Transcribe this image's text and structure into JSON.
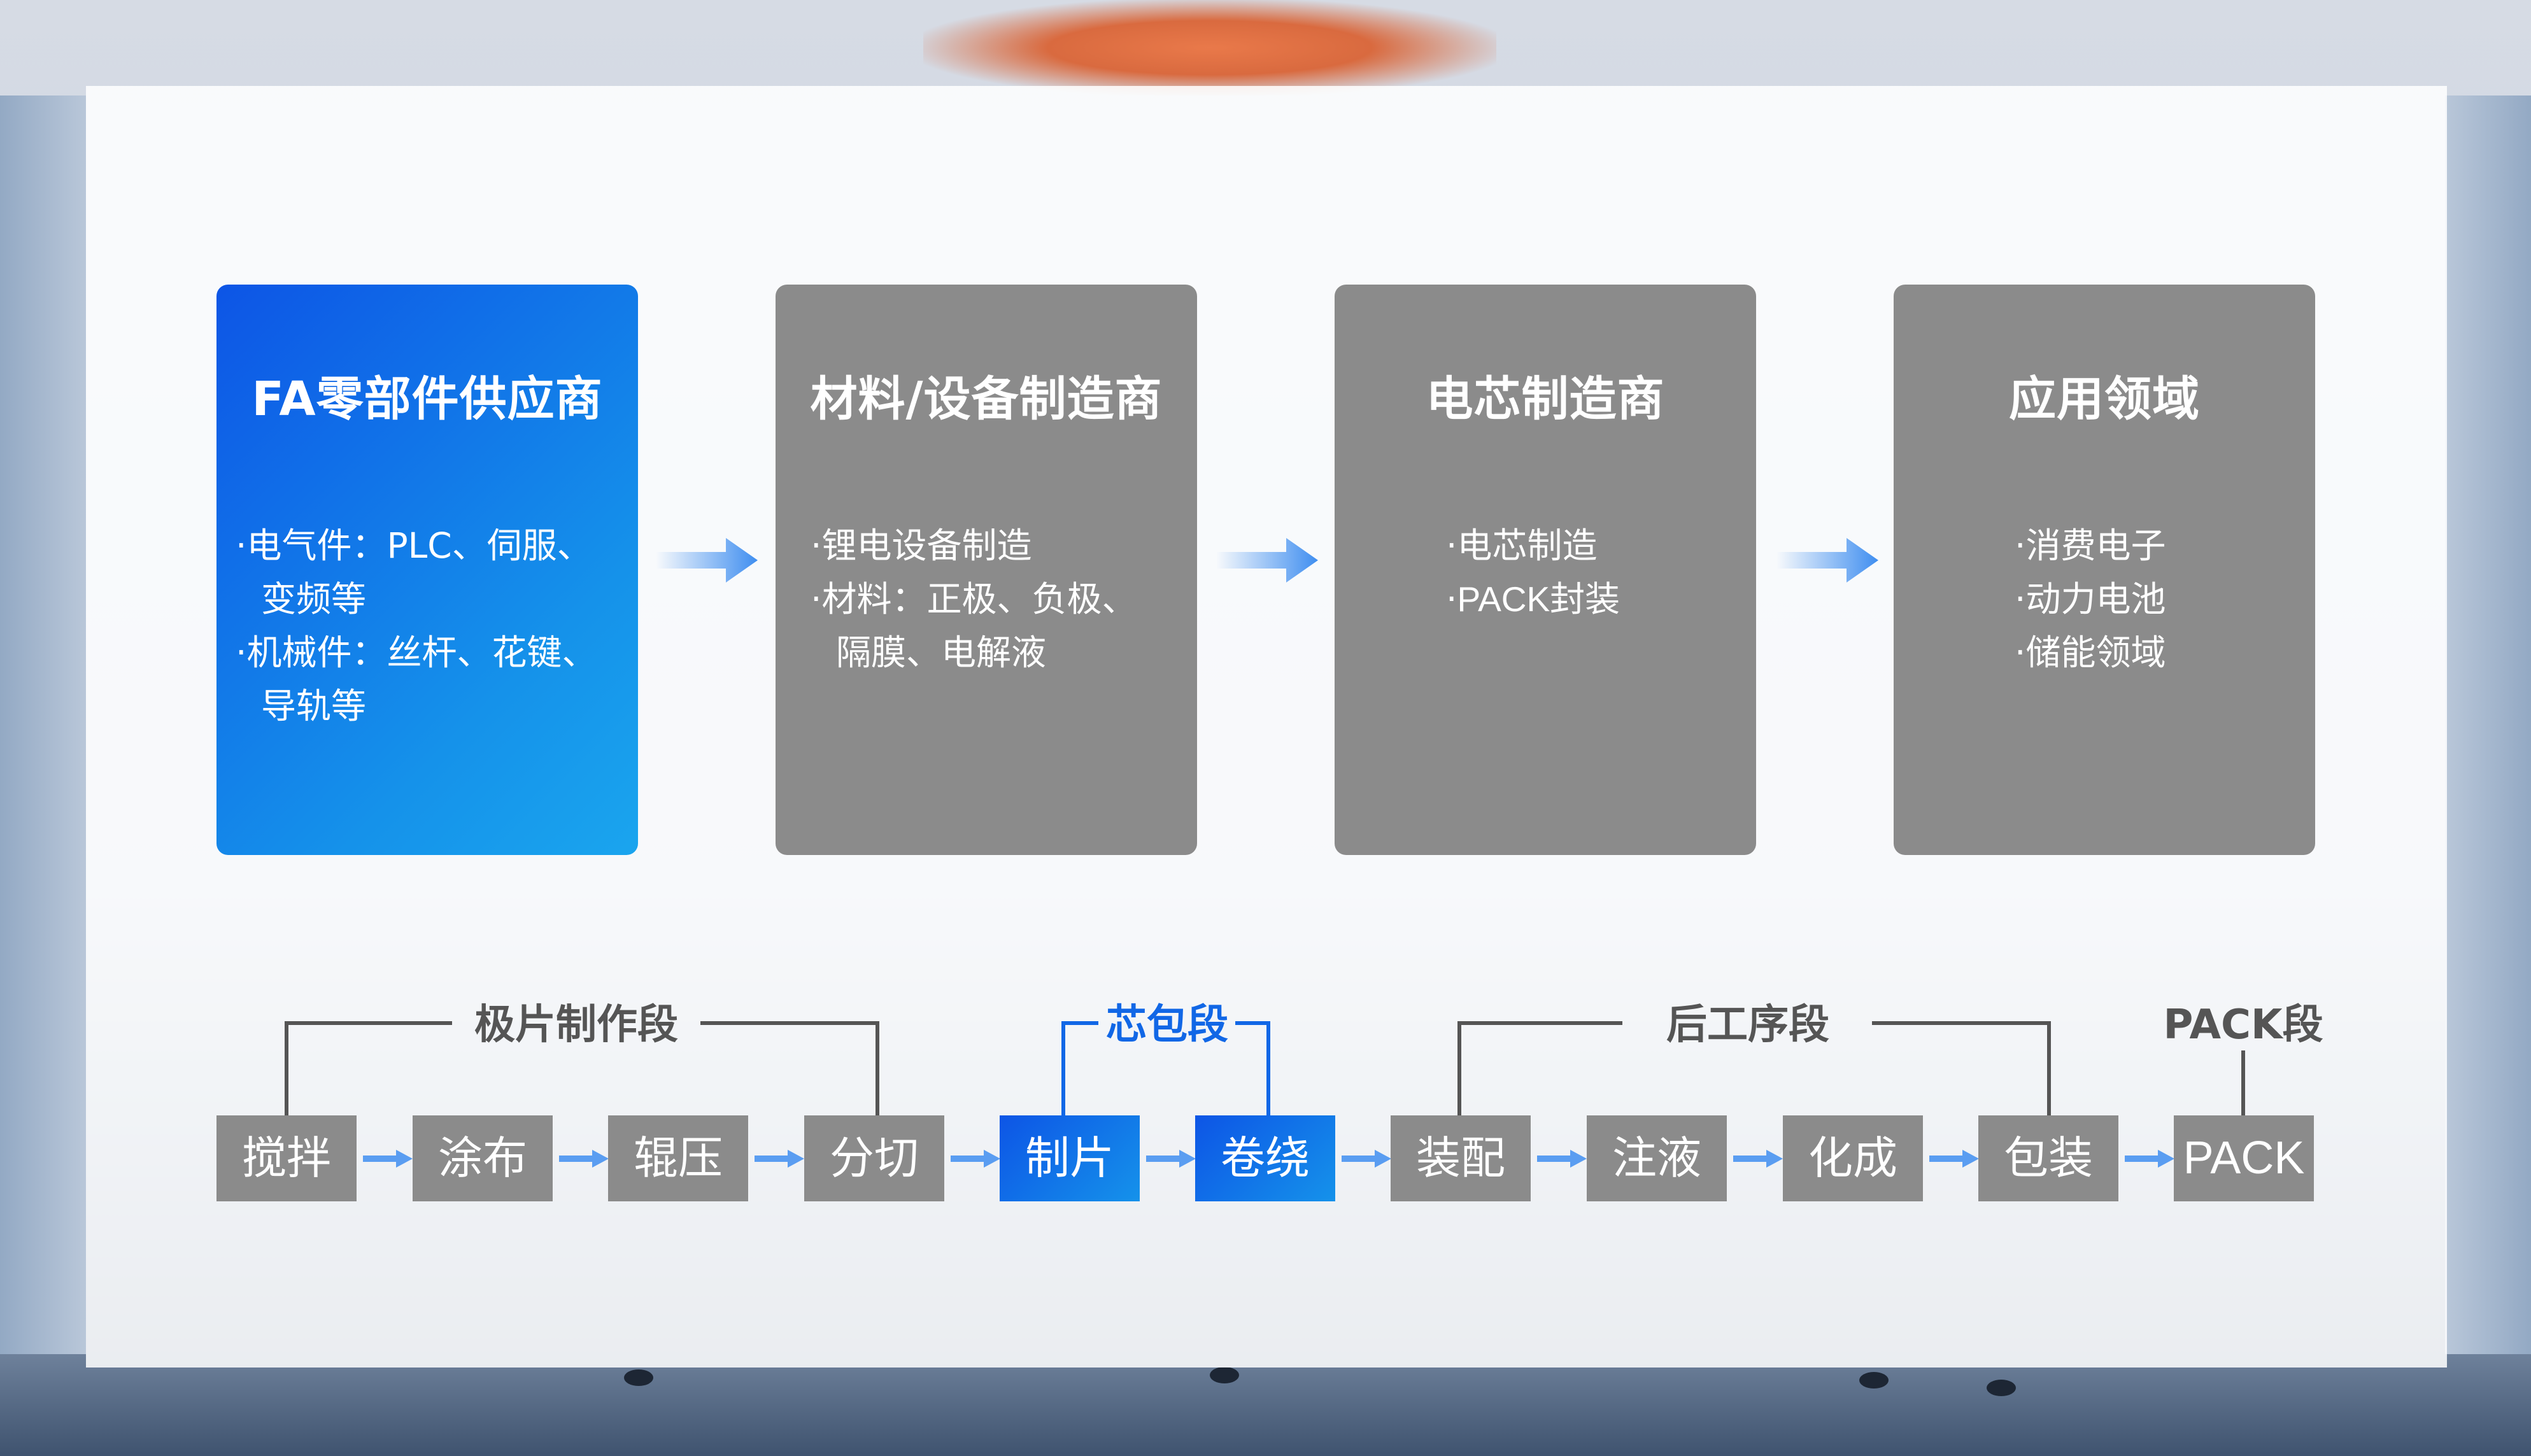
{
  "flow": [
    {
      "title": "FA零部件供应商",
      "highlight": true,
      "items": [
        {
          "text": "电气件：PLC、伺服、",
          "cont": "变频等"
        },
        {
          "text": "机械件：丝杆、花键、",
          "cont": "导轨等"
        }
      ]
    },
    {
      "title": "材料/设备制造商",
      "highlight": false,
      "items": [
        {
          "text": "锂电设备制造",
          "cont": ""
        },
        {
          "text": "材料：正极、负极、",
          "cont": "隔膜、电解液"
        }
      ]
    },
    {
      "title": "电芯制造商",
      "highlight": false,
      "items": [
        {
          "text": "电芯制造",
          "cont": ""
        },
        {
          "text": "PACK封装",
          "cont": ""
        }
      ]
    },
    {
      "title": "应用领域",
      "highlight": false,
      "items": [
        {
          "text": "消费电子",
          "cont": ""
        },
        {
          "text": "动力电池",
          "cont": ""
        },
        {
          "text": "储能领域",
          "cont": ""
        }
      ]
    }
  ],
  "process": {
    "stages": [
      "极片制作段",
      "芯包段",
      "后工序段",
      "PACK段"
    ],
    "steps": [
      {
        "label": "搅拌",
        "highlight": false
      },
      {
        "label": "涂布",
        "highlight": false
      },
      {
        "label": "辊压",
        "highlight": false
      },
      {
        "label": "分切",
        "highlight": false
      },
      {
        "label": "制片",
        "highlight": true
      },
      {
        "label": "卷绕",
        "highlight": true
      },
      {
        "label": "装配",
        "highlight": false
      },
      {
        "label": "注液",
        "highlight": false
      },
      {
        "label": "化成",
        "highlight": false
      },
      {
        "label": "包装",
        "highlight": false
      },
      {
        "label": "PACK",
        "highlight": false
      }
    ]
  },
  "colors": {
    "highlight_start": "#0d55e6",
    "highlight_end": "#1aa5ee",
    "box_gray": "#8b8b8b",
    "arrow_blue": "#3f8ef0"
  }
}
